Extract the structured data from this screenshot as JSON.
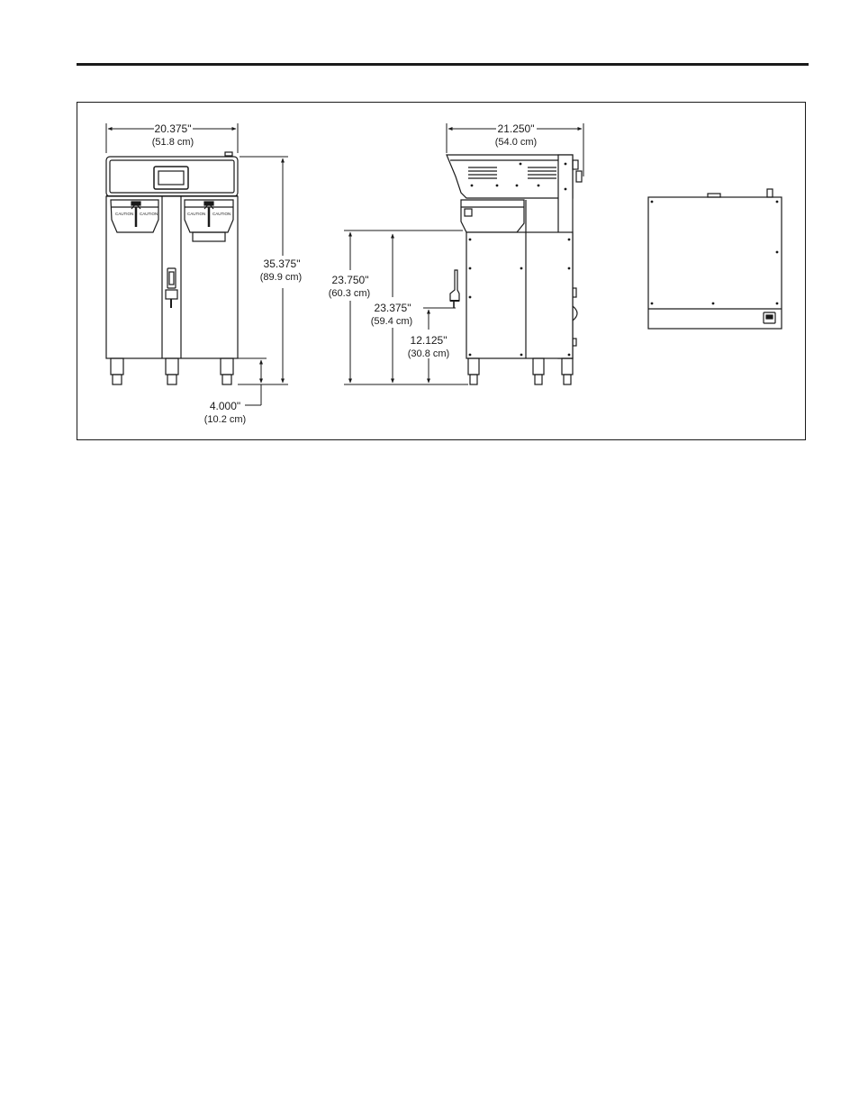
{
  "dimensions": {
    "width": {
      "in": "20.375\"",
      "cm": "(51.8 cm)"
    },
    "depth": {
      "in": "21.250\"",
      "cm": "(54.0 cm)"
    },
    "height": {
      "in": "35.375\"",
      "cm": "(89.9 cm)"
    },
    "leg_height": {
      "in": "4.000\"",
      "cm": "(10.2 cm)"
    },
    "height_to_funnel": {
      "in": "23.750\"",
      "cm": "(60.3 cm)"
    },
    "height_to_top_step": {
      "in": "23.375\"",
      "cm": "(59.4 cm)"
    },
    "faucet_height": {
      "in": "12.125\"",
      "cm": "(30.8 cm)"
    }
  },
  "labels": {
    "caution": "CAUTION"
  }
}
